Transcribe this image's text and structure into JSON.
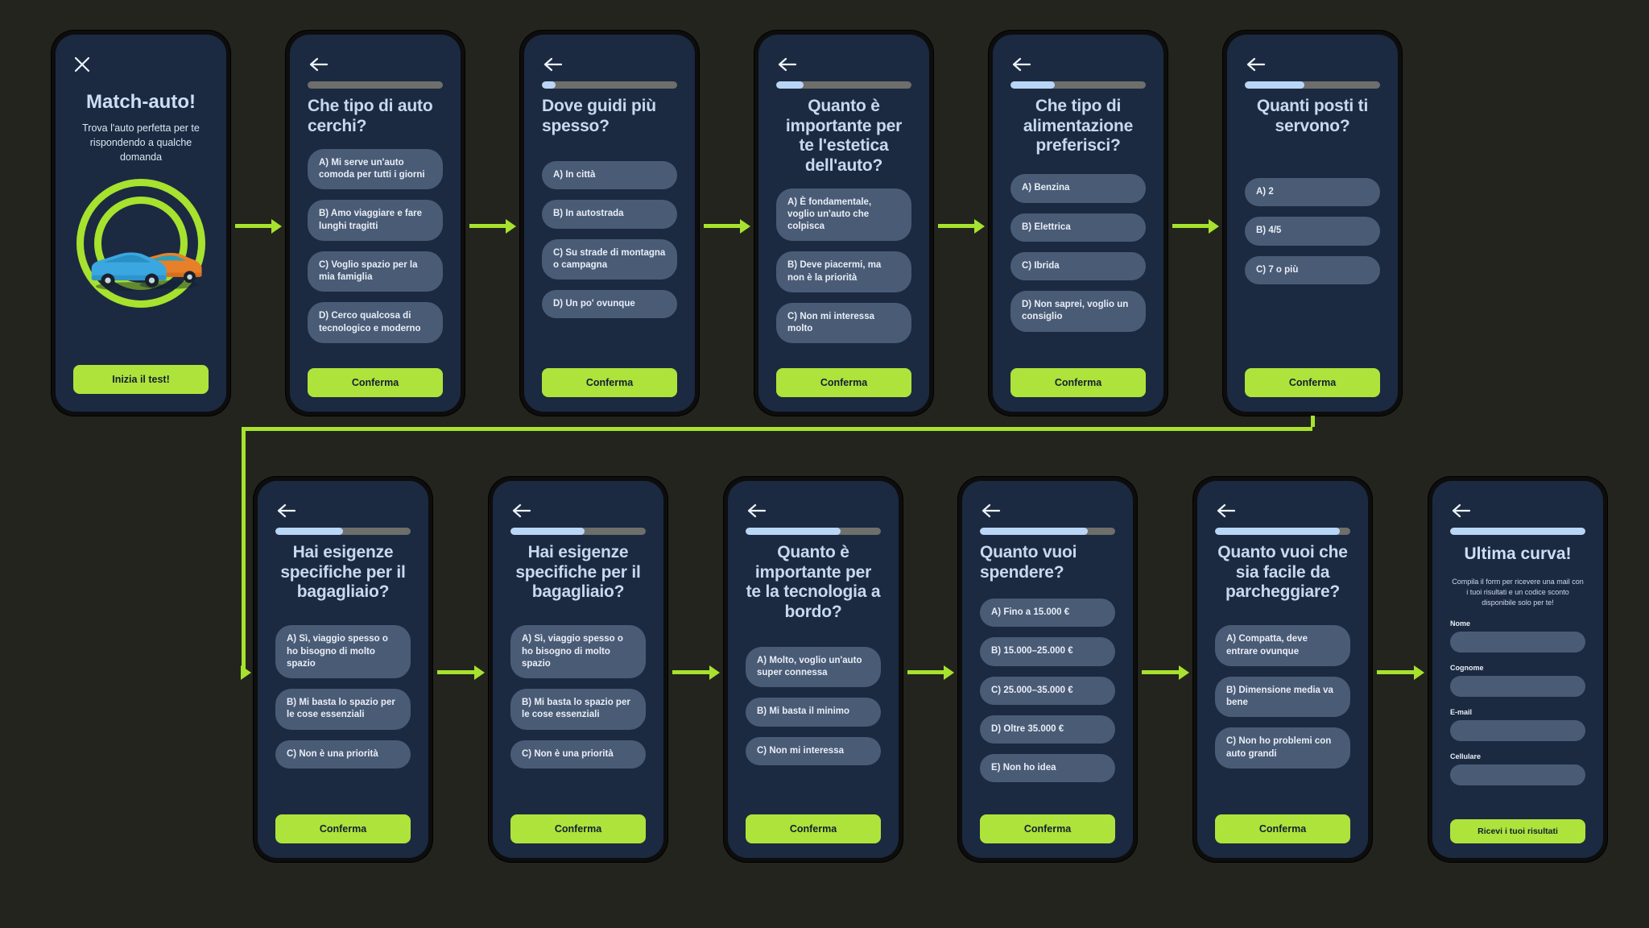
{
  "theme": {
    "page_bg": "#23241d",
    "accent_green": "#aee33c",
    "screen_bg": "#1b2a41",
    "answer_bg": "#4a5b75",
    "title_color": "#c7d8ef",
    "progress_fill": "#b9d6f7",
    "progress_track": "#6e6e6a"
  },
  "intro": {
    "close_icon": "close-icon",
    "title": "Match-auto!",
    "subtitle": "Trova l'auto perfetta per te rispondendo a qualche domanda",
    "hero_icon": "two-cars-in-rings-illustration",
    "start_label": "Inizia il test!"
  },
  "confirm_label": "Conferma",
  "back_icon": "back-arrow-icon",
  "screens": [
    {
      "id": "tipo-auto",
      "title": "Che tipo di auto cerchi?",
      "progress": 0,
      "title_align": "left",
      "answers": [
        "A) Mi serve un'auto comoda per tutti i giorni",
        "B) Amo viaggiare e fare lunghi tragitti",
        "C) Voglio spazio per la mia famiglia",
        "D) Cerco qualcosa di tecnologico e moderno"
      ]
    },
    {
      "id": "dove-guidi",
      "title": "Dove guidi più spesso?",
      "progress": 10,
      "title_align": "left",
      "answers": [
        "A) In città",
        "B) In autostrada",
        "C) Su strade di montagna o campagna",
        "D) Un po' ovunque"
      ]
    },
    {
      "id": "estetica",
      "title": "Quanto è importante per te l'estetica dell'auto?",
      "progress": 20,
      "title_align": "center",
      "answers": [
        "A) È fondamentale, voglio un'auto che colpisca",
        "B) Deve piacermi, ma non è la priorità",
        "C) Non mi interessa molto"
      ]
    },
    {
      "id": "alimentazione",
      "title": "Che tipo di alimentazione preferisci?",
      "progress": 33,
      "title_align": "center",
      "answers": [
        "A) Benzina",
        "B) Elettrica",
        "C) Ibrida",
        "D) Non saprei, voglio un consiglio"
      ]
    },
    {
      "id": "posti",
      "title": "Quanti posti ti servono?",
      "progress": 44,
      "title_align": "center",
      "answers": [
        "A) 2",
        "B) 4/5",
        "C) 7 o più"
      ]
    },
    {
      "id": "bagagliaio-1",
      "title": "Hai esigenze specifiche per il bagagliaio?",
      "progress": 50,
      "title_align": "center",
      "answers": [
        "A) Sì, viaggio spesso o ho bisogno di molto spazio",
        "B) Mi basta lo spazio per le cose essenziali",
        "C) Non è una priorità"
      ]
    },
    {
      "id": "bagagliaio-2",
      "title": "Hai esigenze specifiche per il bagagliaio?",
      "progress": 55,
      "title_align": "center",
      "answers": [
        "A) Sì, viaggio spesso o ho bisogno di molto spazio",
        "B) Mi basta lo spazio per le cose essenziali",
        "C) Non è una priorità"
      ]
    },
    {
      "id": "tecnologia",
      "title": "Quanto è importante per te la tecnologia a bordo?",
      "progress": 70,
      "title_align": "center",
      "answers": [
        "A) Molto, voglio un'auto super connessa",
        "B) Mi basta il minimo",
        "C) Non mi interessa"
      ]
    },
    {
      "id": "budget",
      "title": "Quanto vuoi spendere?",
      "progress": 80,
      "title_align": "left",
      "answers": [
        "A) Fino a 15.000 €",
        "B) 15.000–25.000 €",
        "C) 25.000–35.000 €",
        "D) Oltre 35.000 €",
        "E) Non ho idea"
      ]
    },
    {
      "id": "parcheggio",
      "title": "Quanto vuoi che sia facile da parcheggiare?",
      "progress": 92,
      "title_align": "center",
      "answers": [
        "A) Compatta, deve entrare ovunque",
        "B) Dimensione media va bene",
        "C) Non ho problemi con auto grandi"
      ]
    }
  ],
  "final_form": {
    "title": "Ultima curva!",
    "progress": 100,
    "description": "Compila il form per ricevere una mail con i tuoi risultati e un codice sconto disponibile solo per te!",
    "fields": [
      {
        "label": "Nome",
        "value": "",
        "placeholder": ""
      },
      {
        "label": "Cognome",
        "value": "",
        "placeholder": ""
      },
      {
        "label": "E-mail",
        "value": "",
        "placeholder": ""
      },
      {
        "label": "Cellulare",
        "value": "",
        "placeholder": ""
      }
    ],
    "submit_label": "Ricevi i tuoi risultati"
  }
}
